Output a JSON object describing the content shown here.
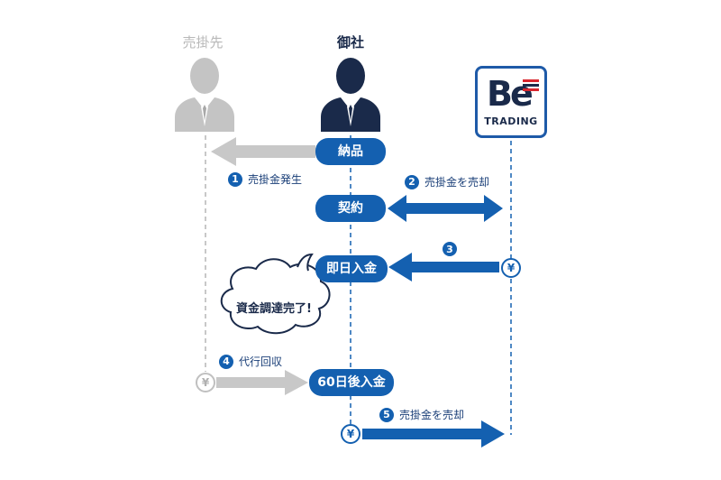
{
  "columns": {
    "left_title": "売掛先",
    "mid_title": "御社"
  },
  "logo": {
    "be": "Be",
    "trading": "TRADING"
  },
  "pills": {
    "delivery": "納品",
    "contract": "契約",
    "same_day": "即日入金",
    "sixty_day": "60日後入金"
  },
  "steps": [
    {
      "num": "1",
      "label": "売掛金発生"
    },
    {
      "num": "2",
      "label": "売掛金を売却"
    },
    {
      "num": "3",
      "label": ""
    },
    {
      "num": "4",
      "label": "代行回収"
    },
    {
      "num": "5",
      "label": "売掛金を売却"
    }
  ],
  "bubble": "資金調達完了!",
  "yen_symbol": "¥",
  "colors": {
    "blue": "#1460b0",
    "navy": "#1a2a4a",
    "gray": "#c8c8c8"
  }
}
